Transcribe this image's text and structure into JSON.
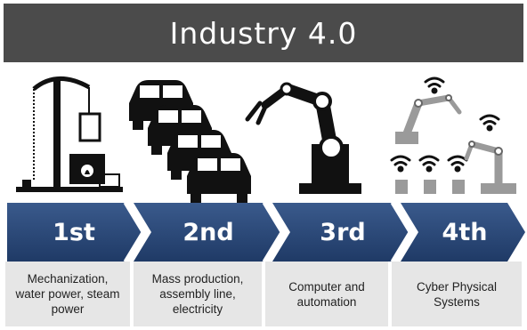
{
  "title": "Industry 4.0",
  "colors": {
    "title_bg": "#4b4b4b",
    "arrow_dark": "#1f3a66",
    "arrow_light": "#3a5a8c",
    "desc_bg": "#e6e6e6",
    "icon": "#111111",
    "robot_grey": "#9a9a9a"
  },
  "stages": [
    {
      "label": "1st",
      "icon": "steam-engine-icon",
      "description": "Mechanization,\nwater power, steam\npower"
    },
    {
      "label": "2nd",
      "icon": "assembly-line-cars-icon",
      "description": "Mass production,\nassembly line,\nelectricity"
    },
    {
      "label": "3rd",
      "icon": "industrial-robot-arm-icon",
      "description": "Computer and\nautomation"
    },
    {
      "label": "4th",
      "icon": "connected-robots-wifi-icon",
      "description": "Cyber Physical\nSystems"
    }
  ]
}
